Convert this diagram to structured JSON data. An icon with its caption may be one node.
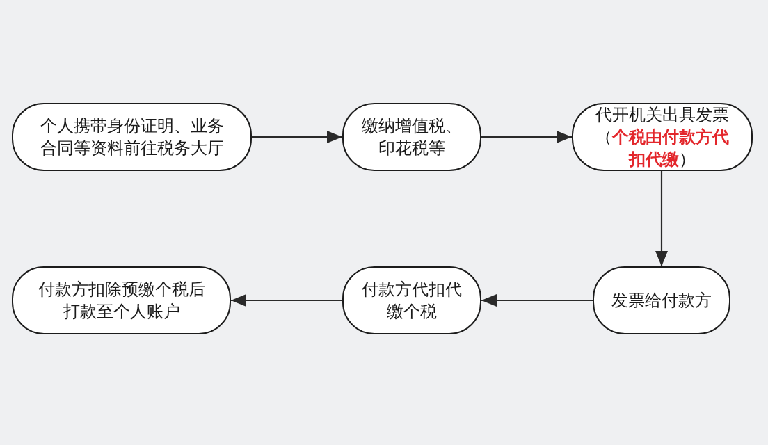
{
  "diagram": {
    "nodes": [
      {
        "text": [
          "个人携带身份证明、业务合同等资料前往税务大厅"
        ]
      },
      {
        "text": [
          "缴纳增值税、印花税等"
        ]
      },
      {
        "text": [
          "代开机关出具发票（**个税由付款方代扣代缴**）"
        ]
      },
      {
        "text": [
          "发票给付款方"
        ]
      },
      {
        "text": [
          "付款方代扣代缴个税"
        ]
      },
      {
        "text": [
          "付款方扣除预缴个税后打款至个人账户"
        ]
      }
    ],
    "edges": [
      {
        "from": 0,
        "to": 1,
        "arrow": "to"
      },
      {
        "from": 1,
        "to": 2,
        "arrow": "to"
      },
      {
        "from": 2,
        "to": 3,
        "arrow": "to"
      },
      {
        "from": 3,
        "to": 4,
        "arrow": "to"
      },
      {
        "from": 4,
        "to": 5,
        "arrow": "to"
      }
    ]
  }
}
